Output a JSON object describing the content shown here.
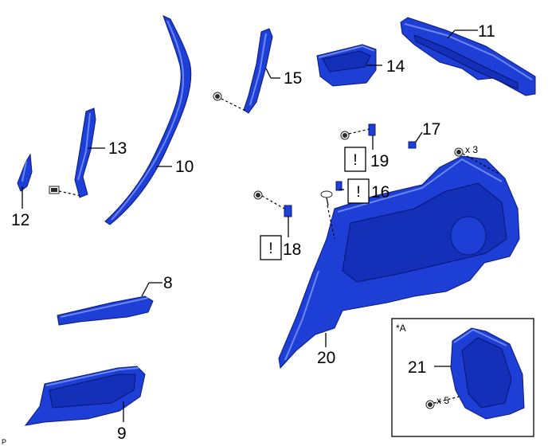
{
  "callouts": {
    "p8": "8",
    "p9": "9",
    "p10": "10",
    "p11": "11",
    "p12": "12",
    "p13": "13",
    "p14": "14",
    "p15": "15",
    "p16": "16",
    "p17": "17",
    "p18": "18",
    "p19": "19",
    "p20": "20",
    "p21": "21"
  },
  "qty": {
    "x3": "x 3",
    "x5": "x 5"
  },
  "notice_symbol": "!",
  "inset_label": "*A",
  "corner_mark": "P",
  "colors": {
    "part_blue": "#1d3fd6",
    "outline": "#0a1a80"
  }
}
